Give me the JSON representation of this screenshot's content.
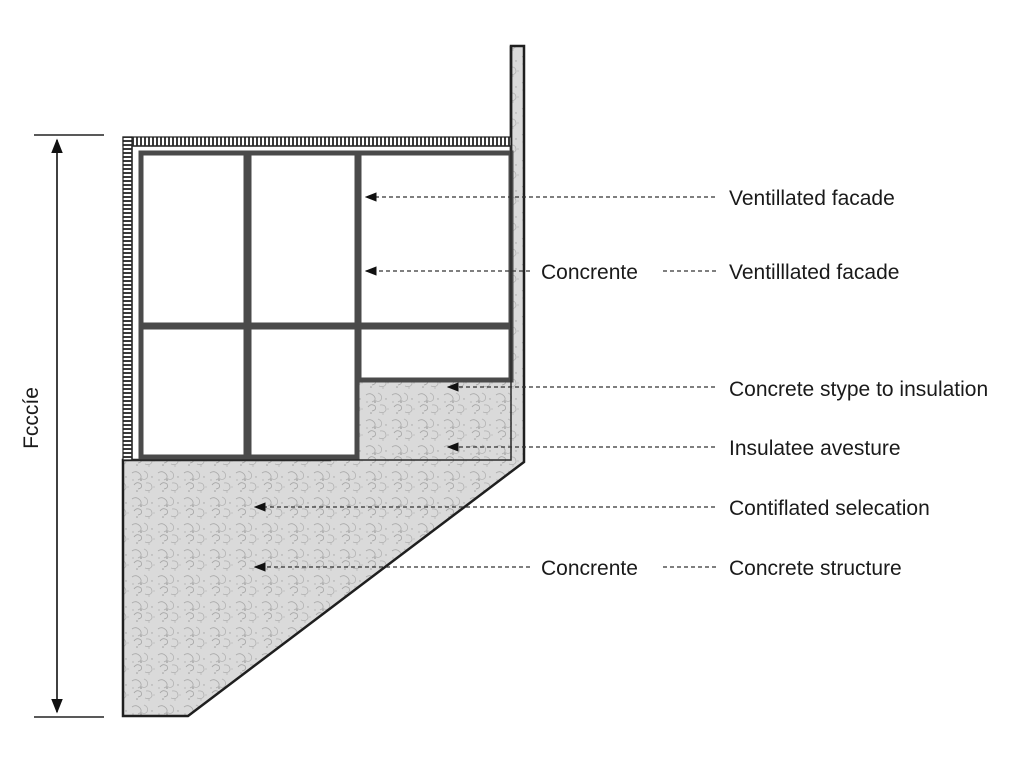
{
  "dimension_label": "Fcccíe",
  "labels": {
    "right_1": "Ventillated facade",
    "mid_2": "Concrente",
    "right_2": "Ventilllated facade",
    "right_3": "Concrete stype to insulation",
    "right_4": "Insulatee avesture",
    "right_5": "Contiflated selecation",
    "mid_6": "Concrente",
    "right_6": "Concrete structure"
  },
  "colors": {
    "line": "#2b2b2b",
    "frame": "#4a4a4a",
    "concrete": "#d9d9d9",
    "concrete_texture": "#a8a8a8",
    "background": "#ffffff"
  }
}
